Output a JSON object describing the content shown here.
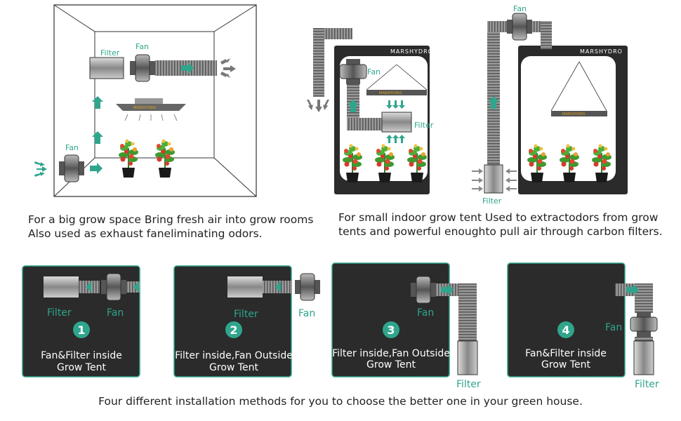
{
  "top_left": {
    "labels": {
      "filter": "Filter",
      "fan_top": "Fan",
      "fan_bottom": "Fan"
    },
    "light_brand": "MARSHYDRO",
    "caption_line1": "For a big grow space Bring fresh air into grow rooms",
    "caption_line2": "Also used as exhaust faneliminating odors."
  },
  "top_right": {
    "tent1": {
      "brand": "MARSHYDRO",
      "fan_label": "Fan",
      "filter_label": "Filter",
      "light_brand": "MARSHYDRO"
    },
    "tent2": {
      "brand": "MARSHYDRO",
      "fan_label": "Fan",
      "filter_label": "Filter",
      "light_brand": "MARSHYDRO"
    },
    "caption_line1": "For small indoor grow tent Used to extractodors from grow",
    "caption_line2": "tents and powerful enoughto pull air through carbon filters."
  },
  "methods": [
    {
      "number": "1",
      "title_line1": "Fan&Filter inside",
      "title_line2": "Grow Tent",
      "filter_label": "Filter",
      "fan_label": "Fan"
    },
    {
      "number": "2",
      "title_line1": "Filter inside,Fan Outside",
      "title_line2": "Grow Tent",
      "filter_label": "Filter",
      "fan_label": "Fan"
    },
    {
      "number": "3",
      "title_line1": "Filter inside,Fan Outside",
      "title_line2": "Grow Tent",
      "filter_label": "Filter",
      "fan_label": "Fan"
    },
    {
      "number": "4",
      "title_line1": "Fan&Filter inside",
      "title_line2": "Grow Tent",
      "filter_label": "Filter",
      "fan_label": "Fan"
    }
  ],
  "footer": "Four different installation methods for you to choose the better one in your green house.",
  "colors": {
    "accent": "#2fa58c",
    "panel": "#2b2b2b",
    "duct": "#8a8a8a"
  }
}
